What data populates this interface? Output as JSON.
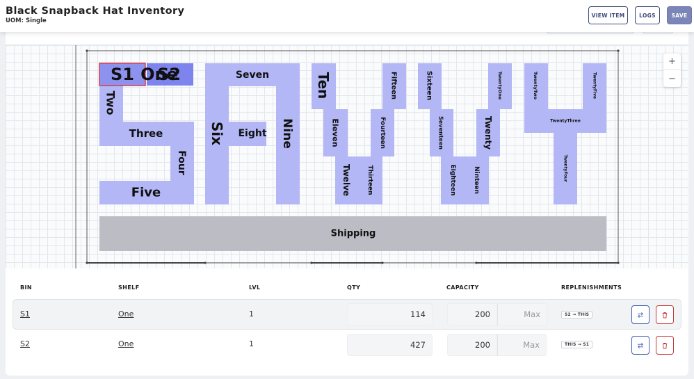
{
  "header": {
    "title": "Black Snapback Hat Inventory",
    "uom": "UOM: Single",
    "view_item_label": "VIEW ITEM",
    "logs_label": "LOGS",
    "save_label": "SAVE"
  },
  "zoom": {
    "in_label": "+",
    "out_label": "−"
  },
  "map": {
    "colors": {
      "bin": "#b3b7f5",
      "selected": "#7e84ee",
      "shipping": "#bcbcc4",
      "outline": "#555555",
      "selected_border": "#d93a4d"
    },
    "bins": [
      {
        "label": "S1",
        "selected": true
      },
      {
        "label": "One"
      },
      {
        "label": "S2",
        "selected": true
      },
      {
        "label": "Two"
      },
      {
        "label": "Three"
      },
      {
        "label": "Four"
      },
      {
        "label": "Five"
      },
      {
        "label": "Six"
      },
      {
        "label": "Seven"
      },
      {
        "label": "Eight"
      },
      {
        "label": "Nine"
      },
      {
        "label": "Ten"
      },
      {
        "label": "Eleven"
      },
      {
        "label": "Twelve"
      },
      {
        "label": "Thirteen"
      },
      {
        "label": "Fourteen"
      },
      {
        "label": "Fifteen"
      },
      {
        "label": "Sixteen"
      },
      {
        "label": "Seventeen"
      },
      {
        "label": "Eighteen"
      },
      {
        "label": "Ninteen"
      },
      {
        "label": "Twenty"
      },
      {
        "label": "TwentyOne"
      },
      {
        "label": "TwentyTwo"
      },
      {
        "label": "TwentyThree"
      },
      {
        "label": "TwentyFour"
      },
      {
        "label": "TwentyFive"
      },
      {
        "label": "Shipping"
      }
    ]
  },
  "table": {
    "headers": {
      "bin": "BIN",
      "shelf": "SHELF",
      "lvl": "LVL",
      "qty": "QTY",
      "capacity": "CAPACITY",
      "replenishments": "REPLENISHMENTS"
    },
    "rows": [
      {
        "bin": "S1",
        "shelf": "One",
        "lvl": "1",
        "qty": "114",
        "capacity": "200",
        "max_placeholder": "Max",
        "replenishment": "S2 → THIS"
      },
      {
        "bin": "S2",
        "shelf": "One",
        "lvl": "1",
        "qty": "427",
        "capacity": "200",
        "max_placeholder": "Max",
        "replenishment": "THIS → S1"
      }
    ],
    "icons": {
      "swap": "swap-icon",
      "delete": "trash-icon"
    }
  }
}
